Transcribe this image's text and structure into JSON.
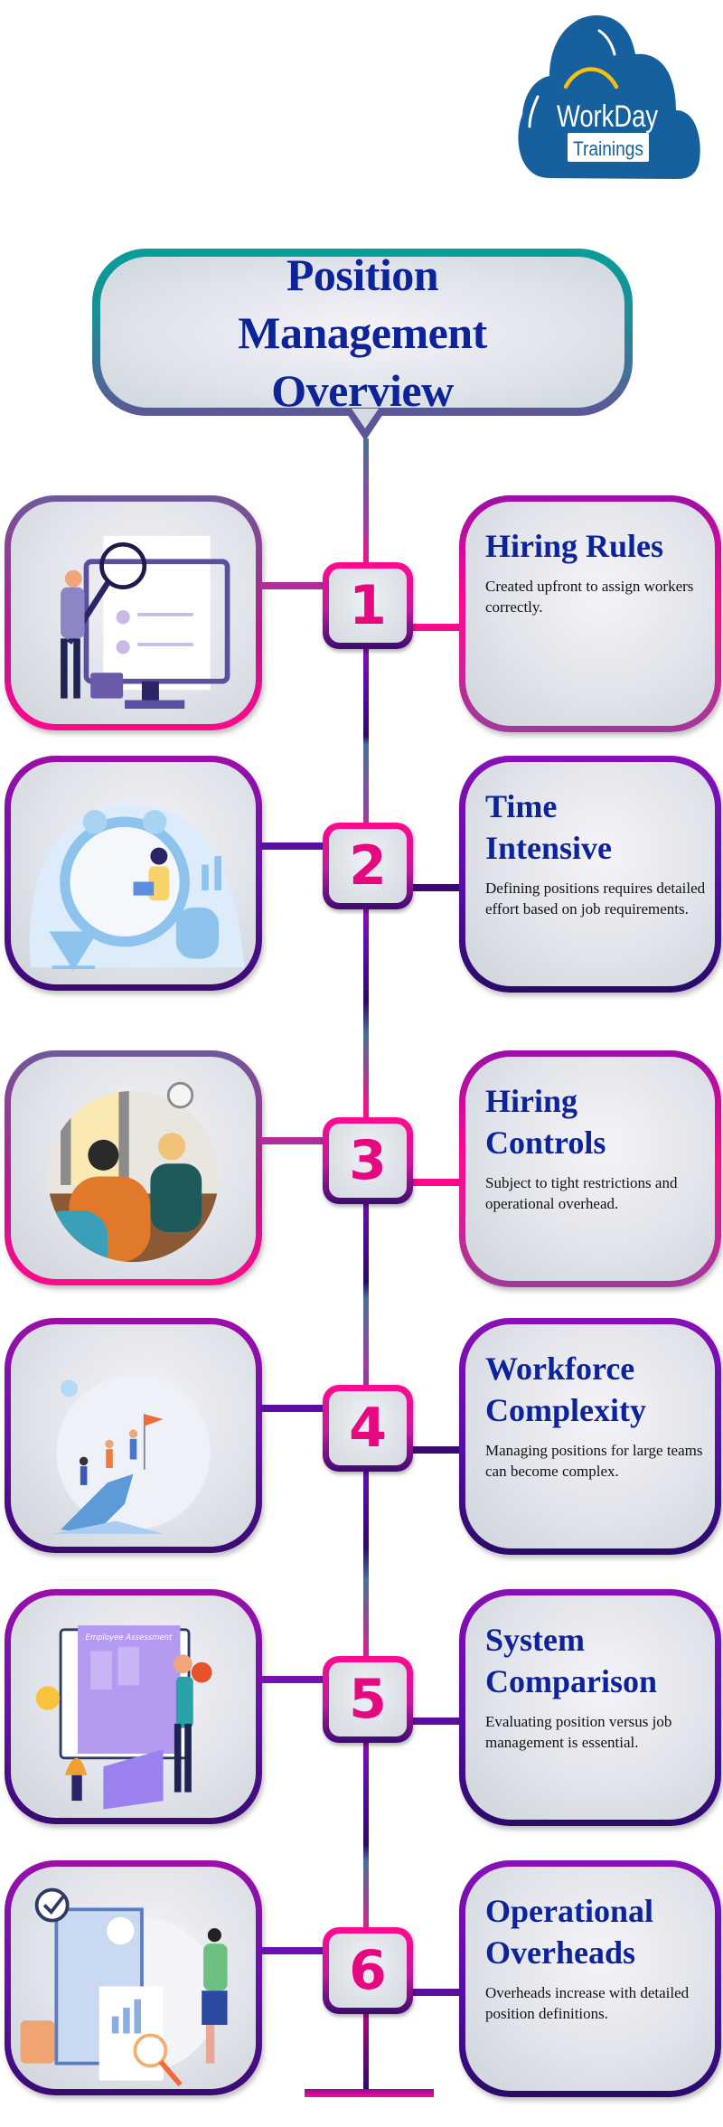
{
  "logo": {
    "line1": "WorkDay",
    "line2": "Trainings"
  },
  "title": "Position Management Overview",
  "steps": [
    {
      "number": "1",
      "heading": "Hiring Rules",
      "description": "Created upfront to assign workers correctly.",
      "illustration": "recruiter-magnifier-illustration"
    },
    {
      "number": "2",
      "heading": "Time Intensive",
      "description": "Defining positions requires detailed effort based on job requirements.",
      "illustration": "clock-coins-illustration"
    },
    {
      "number": "3",
      "heading": "Hiring Controls",
      "description": "Subject to tight restrictions and operational overhead.",
      "illustration": "interview-meeting-illustration"
    },
    {
      "number": "4",
      "heading": "Workforce Complexity",
      "description": "Managing positions for large teams can become complex.",
      "illustration": "team-climbing-illustration"
    },
    {
      "number": "5",
      "heading": "System Comparison",
      "description": "Evaluating position versus job management is essential.",
      "illustration": "employee-assessment-illustration",
      "illustration_text": "Employee Assessment"
    },
    {
      "number": "6",
      "heading": "Operational Overheads",
      "description": "Overheads increase with detailed position definitions.",
      "illustration": "report-review-illustration"
    }
  ],
  "colors": {
    "title_text": "#0d2399",
    "number": "#e5087e",
    "logo": "#17609e",
    "accent_pink": "#ff0a8a",
    "accent_purple": "#6a0fb0"
  }
}
